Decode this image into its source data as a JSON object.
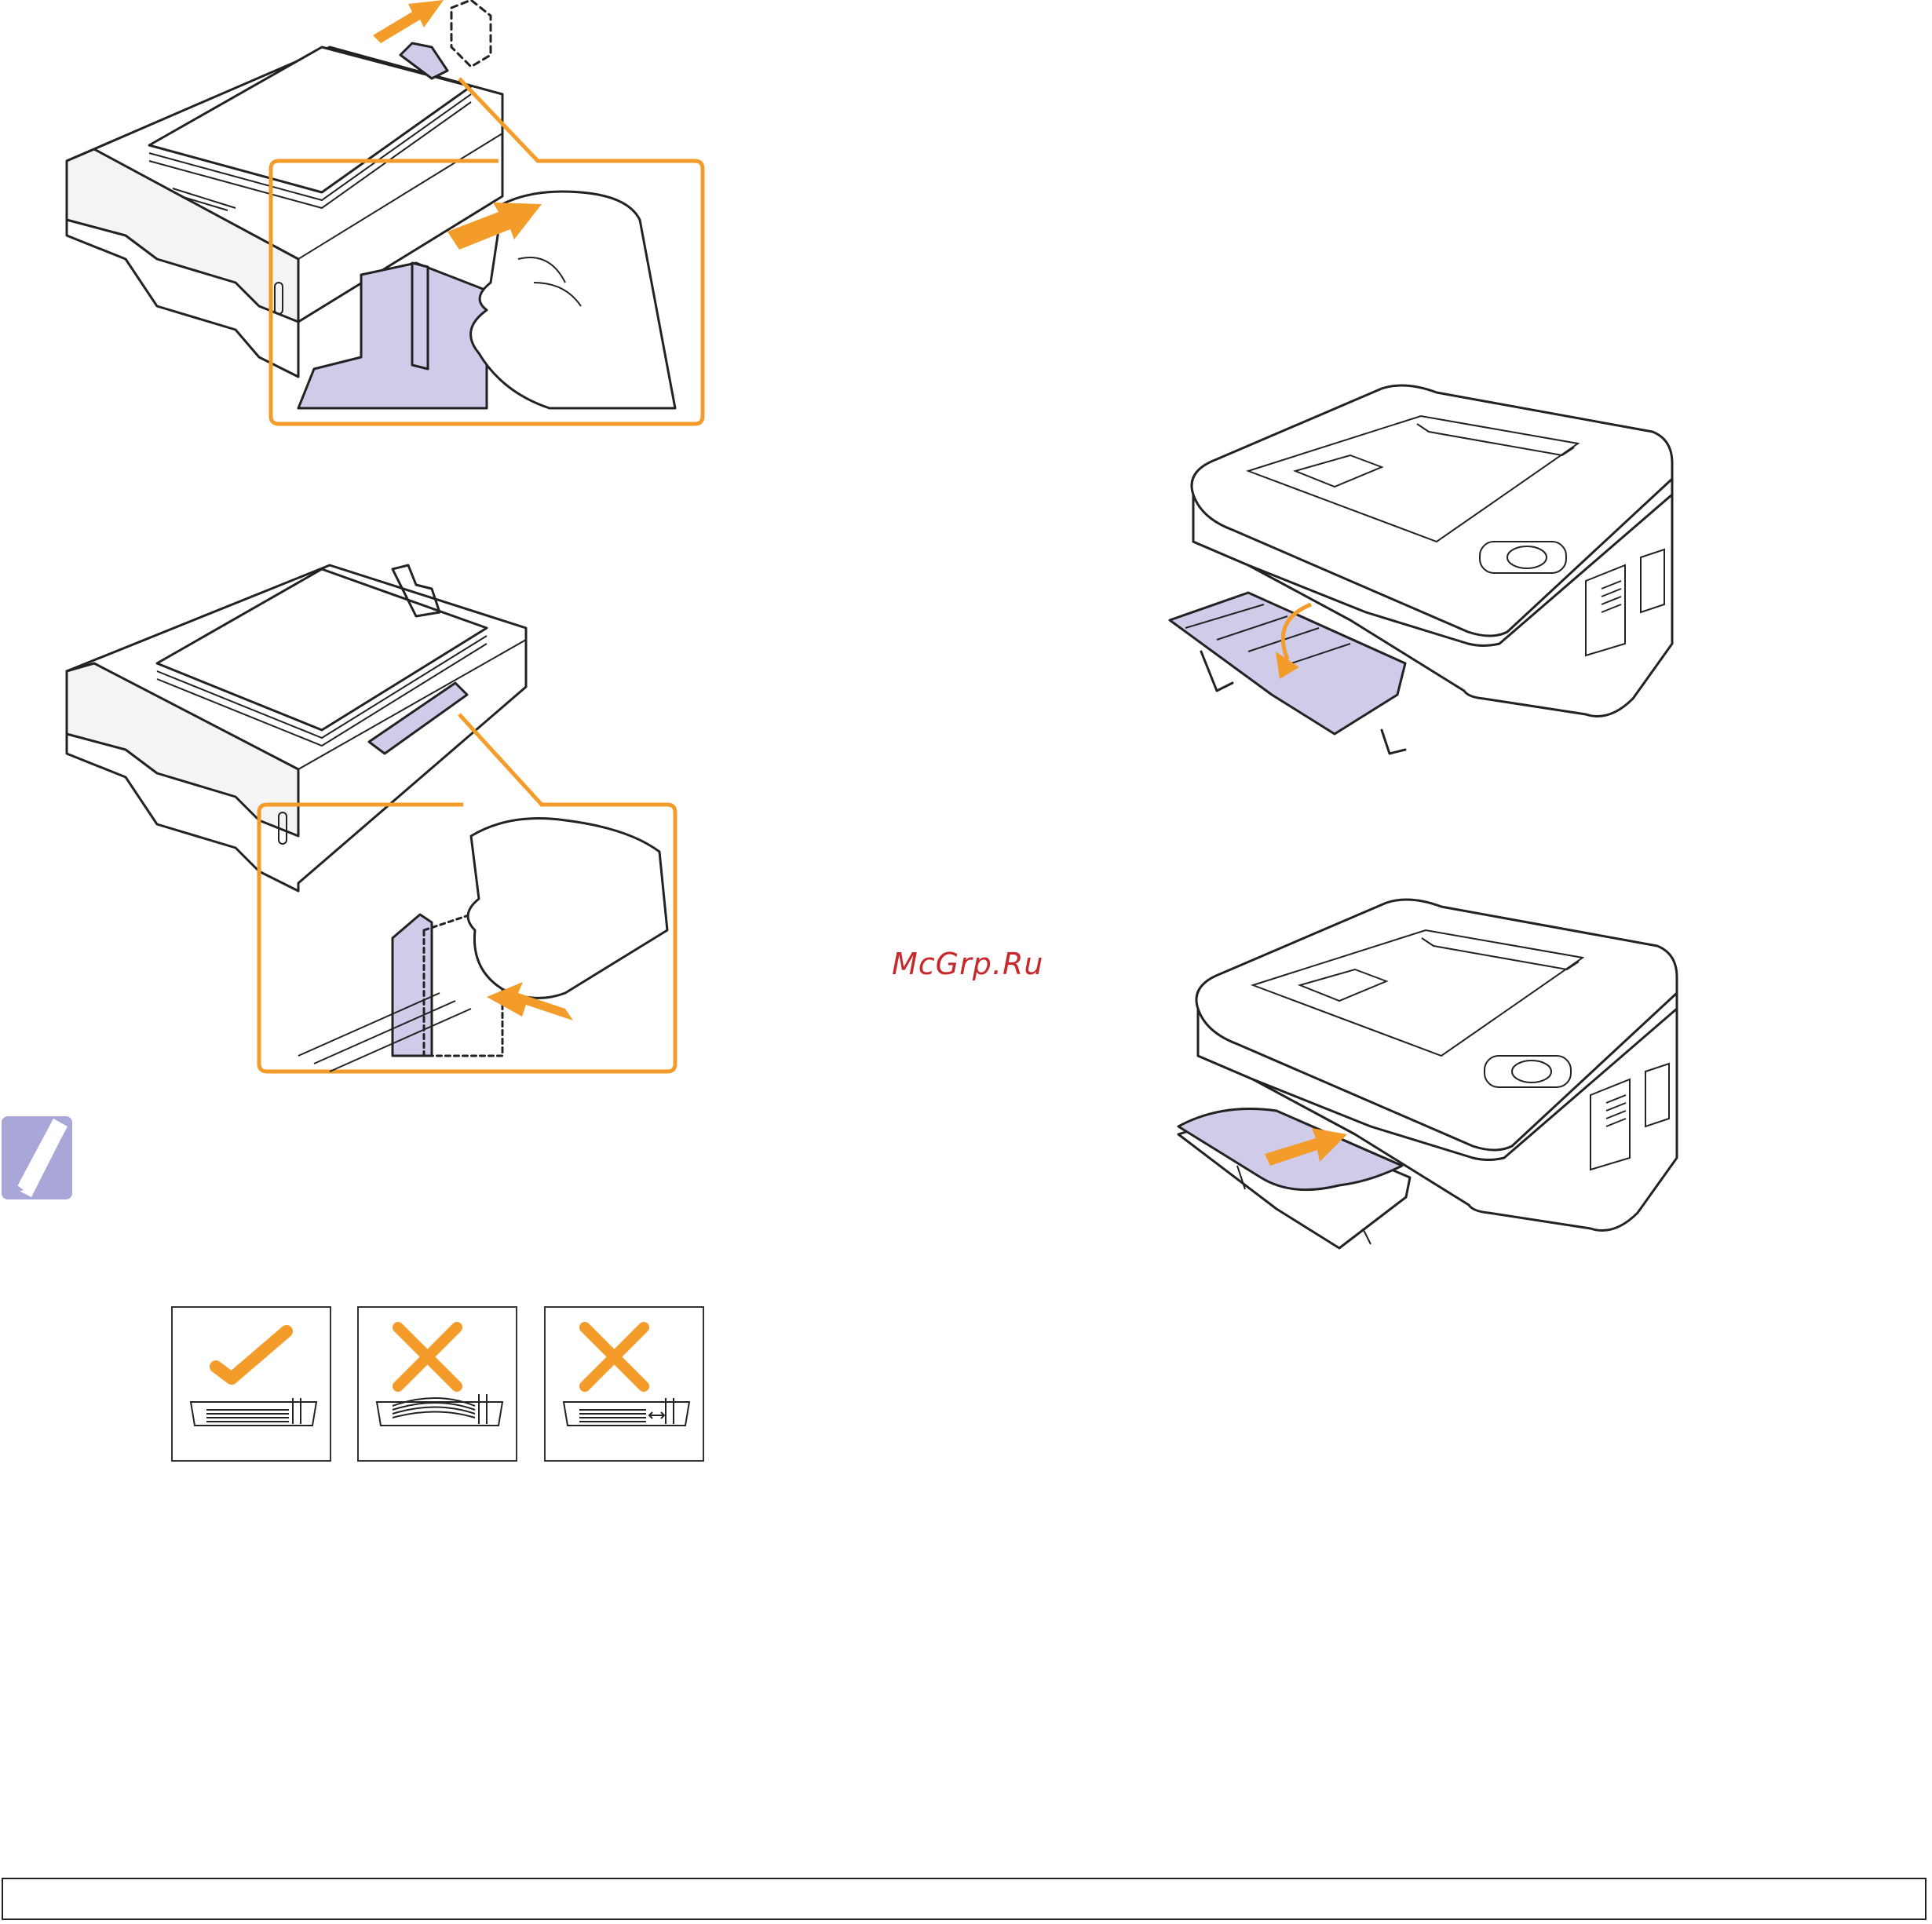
{
  "watermark": {
    "text": "McGrp.Ru"
  },
  "colors": {
    "accent": "#f39c2a",
    "guide": "#cfcbe8",
    "watermark": "#c8272b",
    "outline": "#222222"
  },
  "figures": [
    {
      "id": "tray-rear-guide",
      "icon": "paper-tray-rear-guide-illustration"
    },
    {
      "id": "tray-side-guide",
      "icon": "paper-tray-side-guide-illustration"
    },
    {
      "id": "manual-tray-open",
      "icon": "printer-manual-tray-open-illustration"
    },
    {
      "id": "manual-tray-insert",
      "icon": "printer-manual-tray-insert-illustration"
    }
  ],
  "note": {
    "icon": "note-pencil-icon"
  },
  "loading_examples": [
    {
      "icon": "check-mark-icon",
      "status": "correct"
    },
    {
      "icon": "cross-mark-icon",
      "status": "incorrect"
    },
    {
      "icon": "cross-mark-icon",
      "status": "incorrect"
    }
  ]
}
